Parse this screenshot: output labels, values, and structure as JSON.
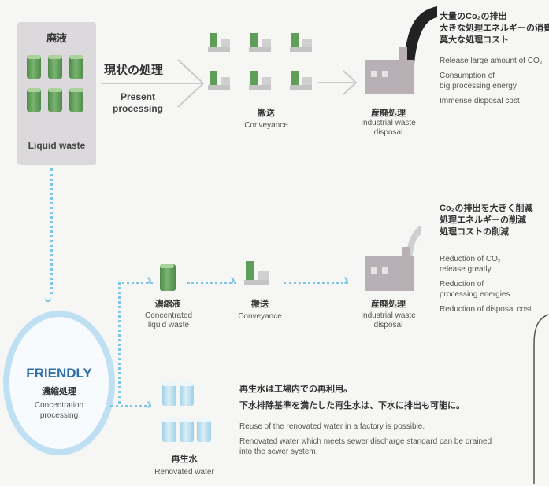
{
  "liquid_waste": {
    "jp": "廃液",
    "en": "Liquid waste"
  },
  "present": {
    "jp": "現状の処理",
    "en_line1": "Present",
    "en_line2": "processing"
  },
  "conveyance_top": {
    "jp": "搬送",
    "en": "Conveyance"
  },
  "disposal_top": {
    "jp": "産廃処理",
    "en_line1": "Industrial waste",
    "en_line2": "disposal"
  },
  "top_effects": {
    "jp_line1": "大量のCo₂の排出",
    "jp_line2": "大きな処理エネルギーの消費",
    "jp_line3": "莫大な処理コスト",
    "en_line1": "Release large amount of CO₂",
    "en_line2": "Consumption of",
    "en_line3": "big processing energy",
    "en_line4": "Immense disposal cost"
  },
  "friendly": {
    "title": "FRIENDLY",
    "jp": "濃縮処理",
    "en_line1": "Concentration",
    "en_line2": "processing"
  },
  "concentrated": {
    "jp": "濃縮液",
    "en_line1": "Concentrated",
    "en_line2": "liquid waste"
  },
  "conveyance_mid": {
    "jp": "搬送",
    "en": "Conveyance"
  },
  "disposal_mid": {
    "jp": "産廃処理",
    "en_line1": "Industrial waste",
    "en_line2": "disposal"
  },
  "mid_effects": {
    "jp_line1": "Co₂の排出を大きく削減",
    "jp_line2": "処理エネルギーの削減",
    "jp_line3": "処理コストの削減",
    "en_line1": "Reduction of CO₂",
    "en_line2": "release greatly",
    "en_line3": "Reduction of",
    "en_line4": "processing energies",
    "en_line5": "Reduction of disposal cost"
  },
  "renovated": {
    "jp": "再生水",
    "en": "Renovated water"
  },
  "renovated_desc": {
    "jp_line1": "再生水は工場内での再利用。",
    "jp_line2": "下水排除基準を満たした再生水は、下水に排出も可能に。",
    "en_line1": "Reuse of the renovated water in a factory is possible.",
    "en_line2": "Renovated water which meets sewer discharge standard can be drained",
    "en_line3": "into the sewer system."
  },
  "colors": {
    "drum_green": "#5f9e58",
    "flow_blue": "#7ec5e6",
    "friendly_blue": "#2f6fa8"
  }
}
